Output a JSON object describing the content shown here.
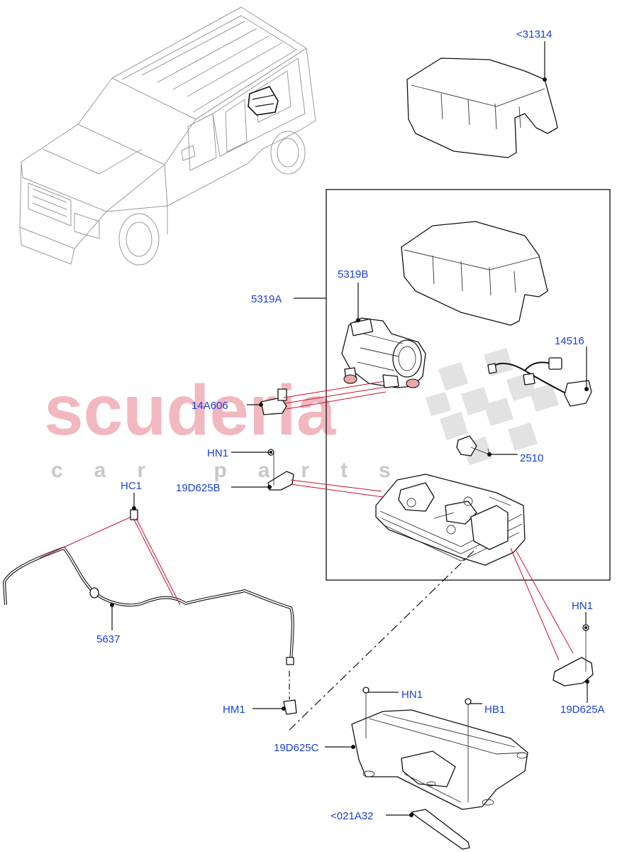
{
  "watermark": {
    "brand": "scuderia",
    "subtitle": "car parts",
    "brand_color": "#f2b8bf",
    "subtitle_color": "#c8c8c8"
  },
  "colors": {
    "callout_text": "#1a3fd6",
    "leader_red": "#c8102e"
  },
  "callouts": {
    "c31314": "<31314",
    "c5319A": "5319A",
    "c5319B": "5319B",
    "c14516": "14516",
    "c14A606": "14A606",
    "c2510": "2510",
    "cHN1_top": "HN1",
    "c19D625B": "19D625B",
    "cHC1": "HC1",
    "c5637": "5637",
    "cHN1_right": "HN1",
    "c19D625A": "19D625A",
    "cHM1": "HM1",
    "cHN1_bottom": "HN1",
    "cHB1": "HB1",
    "c19D625C": "19D625C",
    "c021A32": "<021A32"
  }
}
